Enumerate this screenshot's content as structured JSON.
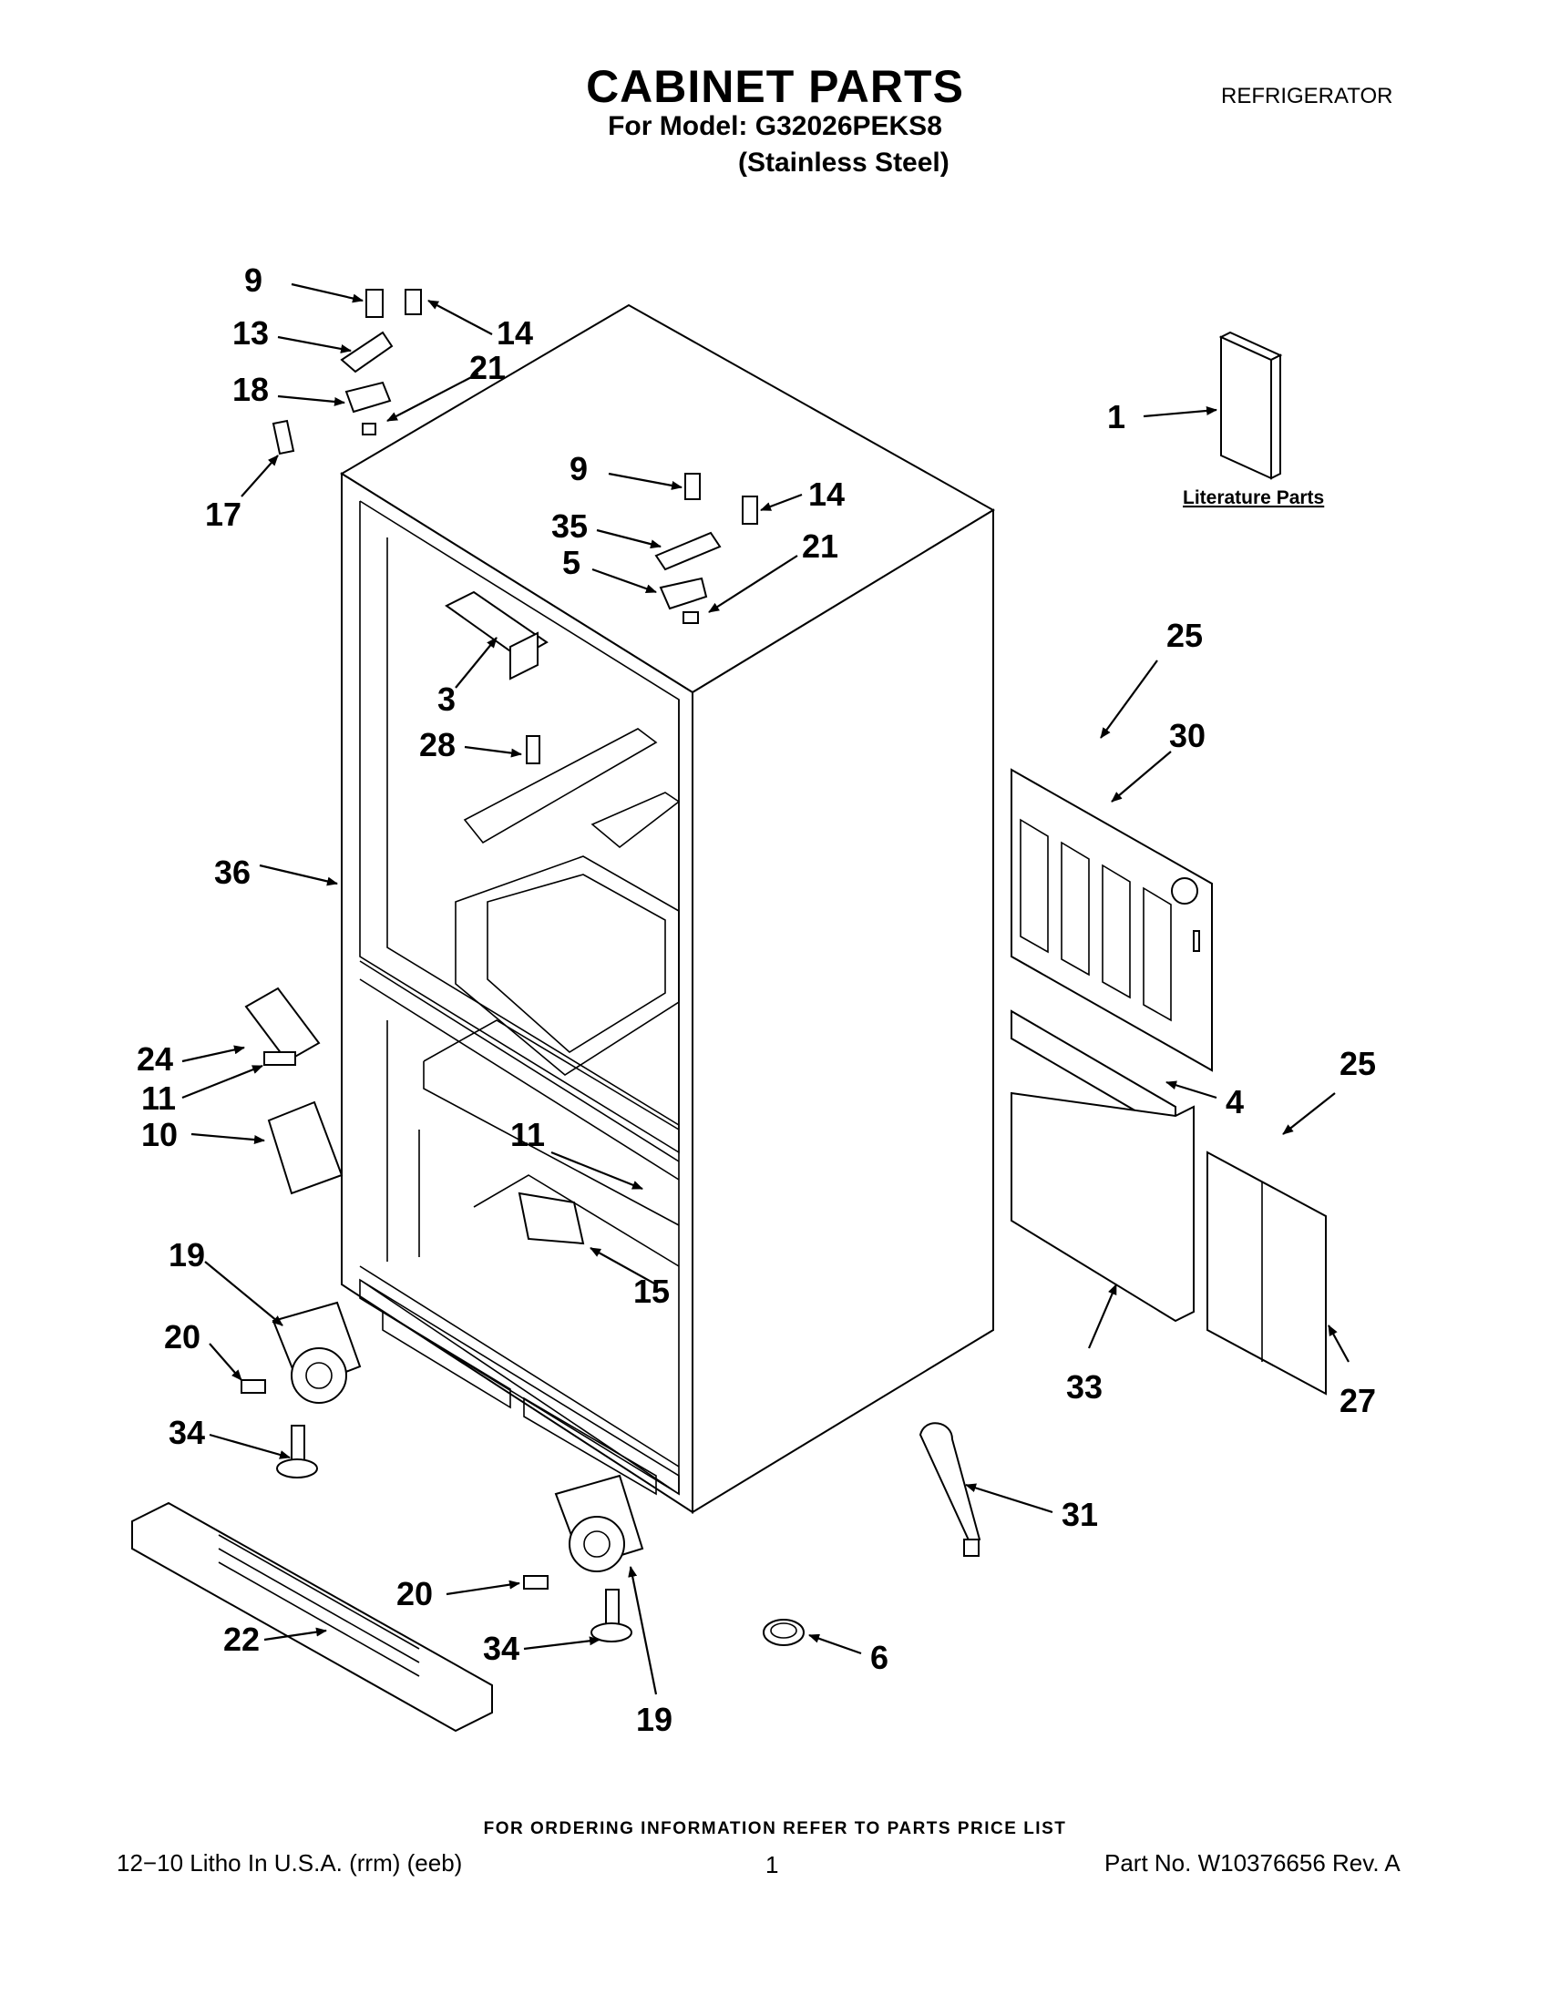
{
  "header": {
    "title": "CABINET PARTS",
    "category": "REFRIGERATOR",
    "model": "For Model: G32026PEKS8",
    "finish": "(Stainless Steel)"
  },
  "diagram": {
    "literature_label": "Literature Parts",
    "callouts": [
      {
        "id": "c9a",
        "text": "9"
      },
      {
        "id": "c13",
        "text": "13"
      },
      {
        "id": "c14a",
        "text": "14"
      },
      {
        "id": "c18",
        "text": "18"
      },
      {
        "id": "c21a",
        "text": "21"
      },
      {
        "id": "c17",
        "text": "17"
      },
      {
        "id": "c1",
        "text": "1"
      },
      {
        "id": "c9b",
        "text": "9"
      },
      {
        "id": "c14b",
        "text": "14"
      },
      {
        "id": "c35",
        "text": "35"
      },
      {
        "id": "c5",
        "text": "5"
      },
      {
        "id": "c21b",
        "text": "21"
      },
      {
        "id": "c3",
        "text": "3"
      },
      {
        "id": "c28",
        "text": "28"
      },
      {
        "id": "c25a",
        "text": "25"
      },
      {
        "id": "c30",
        "text": "30"
      },
      {
        "id": "c36",
        "text": "36"
      },
      {
        "id": "c24",
        "text": "24"
      },
      {
        "id": "c11a",
        "text": "11"
      },
      {
        "id": "c10",
        "text": "10"
      },
      {
        "id": "c11b",
        "text": "11"
      },
      {
        "id": "c4",
        "text": "4"
      },
      {
        "id": "c25b",
        "text": "25"
      },
      {
        "id": "c15",
        "text": "15"
      },
      {
        "id": "c19a",
        "text": "19"
      },
      {
        "id": "c20a",
        "text": "20"
      },
      {
        "id": "c34a",
        "text": "34"
      },
      {
        "id": "c33",
        "text": "33"
      },
      {
        "id": "c27",
        "text": "27"
      },
      {
        "id": "c31",
        "text": "31"
      },
      {
        "id": "c20b",
        "text": "20"
      },
      {
        "id": "c22",
        "text": "22"
      },
      {
        "id": "c34b",
        "text": "34"
      },
      {
        "id": "c6",
        "text": "6"
      },
      {
        "id": "c19b",
        "text": "19"
      }
    ]
  },
  "footer": {
    "note": "FOR ORDERING INFORMATION REFER TO PARTS PRICE LIST",
    "litho": "12−10 Litho In U.S.A. (rrm) (eeb)",
    "page": "1",
    "part_no": "Part No. W10376656 Rev. A"
  }
}
